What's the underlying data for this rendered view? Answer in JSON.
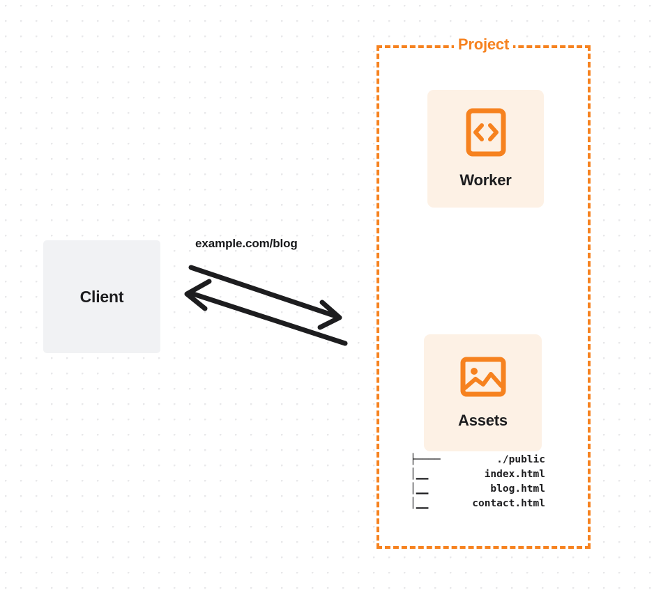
{
  "diagram": {
    "client": {
      "label": "Client"
    },
    "connection": {
      "label": "example.com/blog",
      "request_direction": "client-to-project",
      "response_direction": "project-to-client"
    },
    "project": {
      "label": "Project",
      "accent_color": "#f6821f",
      "services": [
        {
          "id": "worker",
          "label": "Worker",
          "icon": "code-brackets-icon"
        },
        {
          "id": "assets",
          "label": "Assets",
          "icon": "image-icon"
        }
      ],
      "file_tree": [
        {
          "branch": "├────",
          "name": "./public"
        },
        {
          "branch": "│▁▁",
          "name": "index.html"
        },
        {
          "branch": "│▁▁",
          "name": "blog.html"
        },
        {
          "branch": "│▁▁",
          "name": "contact.html"
        }
      ]
    }
  },
  "colors": {
    "accent": "#f6821f",
    "card_background": "#fdf1e5",
    "client_background": "#f1f2f4",
    "text": "#1d1d1f",
    "grid_dot": "#e8e8ea"
  }
}
